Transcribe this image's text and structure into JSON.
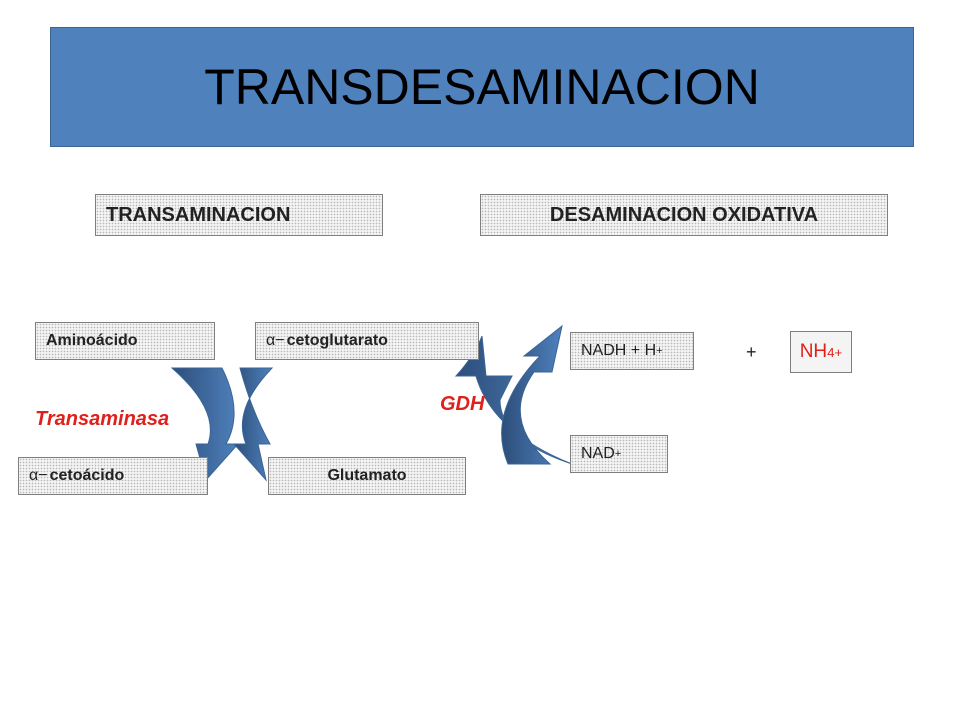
{
  "title": "TRANSDESAMINACION",
  "sections": {
    "left": "TRANSAMINACION",
    "right": "DESAMINACION OXIDATIVA"
  },
  "transamination": {
    "aminoacid": "Aminoácido",
    "ketoglutarate_prefix": "α−",
    "ketoglutarate": "cetoglutarato",
    "ketoacid_prefix": "α−",
    "ketoacid": "cetoácido",
    "glutamate": "Glutamato",
    "enzyme": "Transaminasa"
  },
  "deamination": {
    "nadh": "NADH + H",
    "nadh_sup": "+",
    "nad": "NAD",
    "nad_sup": "+",
    "enzyme": "GDH",
    "plus": "+",
    "ammonium": "NH",
    "ammonium_sub": "4",
    "ammonium_sup": "+"
  },
  "colors": {
    "title_bg": "#4f81bd",
    "arrow_fill": "#4f81bd",
    "arrow_dark": "#2c4e7a",
    "enzyme_text": "#e0201b"
  }
}
